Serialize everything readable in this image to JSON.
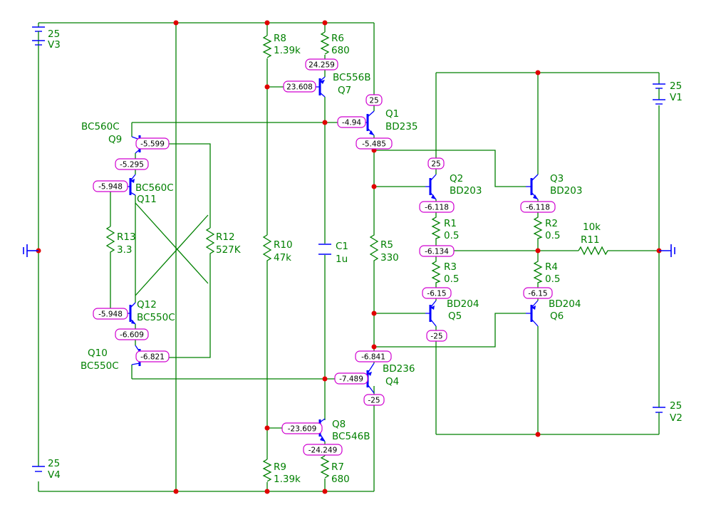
{
  "components": {
    "V3": {
      "value": "25",
      "ref": "V3"
    },
    "V4": {
      "value": "25",
      "ref": "V4"
    },
    "V1": {
      "value": "25",
      "ref": "V1"
    },
    "V2": {
      "value": "25",
      "ref": "V2"
    },
    "R8": {
      "ref": "R8",
      "value": "1.39k"
    },
    "R6": {
      "ref": "R6",
      "value": "680"
    },
    "R9": {
      "ref": "R9",
      "value": "1.39k"
    },
    "R7": {
      "ref": "R7",
      "value": "680"
    },
    "R10": {
      "ref": "R10",
      "value": "47k"
    },
    "R12": {
      "ref": "R12",
      "value": "527K"
    },
    "R13": {
      "ref": "R13",
      "value": "3.3"
    },
    "C1": {
      "ref": "C1",
      "value": "1u"
    },
    "R5": {
      "ref": "R5",
      "value": "330"
    },
    "R1": {
      "ref": "R1",
      "value": "0.5"
    },
    "R2": {
      "ref": "R2",
      "value": "0.5"
    },
    "R3": {
      "ref": "R3",
      "value": "0.5"
    },
    "R4": {
      "ref": "R4",
      "value": "0.5"
    },
    "R11": {
      "ref": "R11",
      "value": "10k"
    },
    "Q7": {
      "ref": "Q7",
      "model": "BC556B"
    },
    "Q8": {
      "ref": "Q8",
      "model": "BC546B"
    },
    "Q9": {
      "ref": "Q9",
      "model": "BC560C"
    },
    "Q10": {
      "ref": "Q10",
      "model": "BC550C"
    },
    "Q11": {
      "ref": "Q11",
      "model": "BC560C"
    },
    "Q12": {
      "ref": "Q12",
      "model": "BC550C"
    },
    "Q1": {
      "ref": "Q1",
      "model": "BD235"
    },
    "Q4": {
      "ref": "Q4",
      "model": "BD236"
    },
    "Q2": {
      "ref": "Q2",
      "model": "BD203"
    },
    "Q3": {
      "ref": "Q3",
      "model": "BD203"
    },
    "Q5": {
      "ref": "Q5",
      "model": "BD204"
    },
    "Q6": {
      "ref": "Q6",
      "model": "BD204"
    }
  },
  "voltages": {
    "q7_emitter": "24.259",
    "q7_base": "23.608",
    "q1_collector": "25",
    "q1_base": "-4.94",
    "q1_emitter": "-5.485",
    "q9_emitter": "-5.599",
    "q9_collector": "-5.295",
    "q11_base": "-5.948",
    "q12_base": "-5.948",
    "q12_emitter": "-6.609",
    "q10_emitter": "-6.821",
    "q2_collector": "25",
    "q2_emitter": "-6.118",
    "q3_emitter": "-6.118",
    "output": "-6.134",
    "q5_emitter": "-6.15",
    "q6_emitter": "-6.15",
    "q5_collector": "-25",
    "q4_emitter": "-6.841",
    "q4_base": "-7.489",
    "q4_collector": "-25",
    "q8_base": "-23.609",
    "q8_emitter": "-24.249"
  }
}
